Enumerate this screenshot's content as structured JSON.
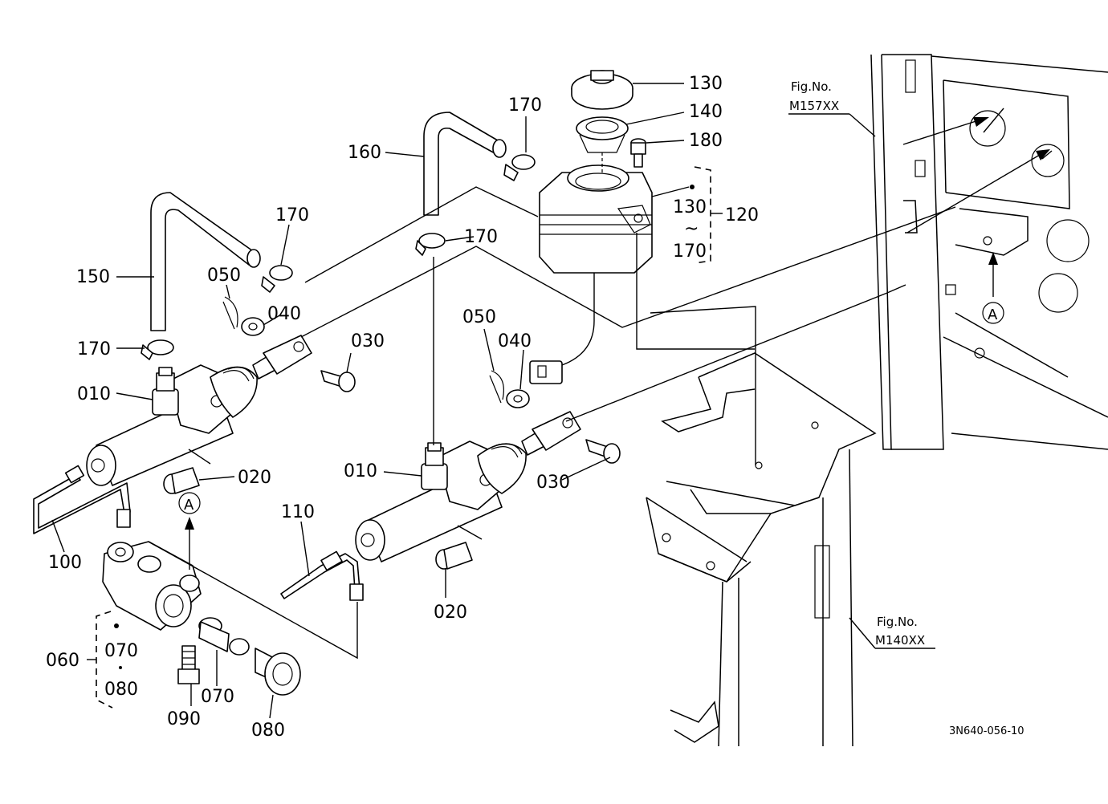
{
  "labels": {
    "l130": "130",
    "l140": "140",
    "l180": "180",
    "l170_top": "170",
    "l160": "160",
    "l170_left": "170",
    "l170_mid": "170",
    "l150": "150",
    "l050_left": "050",
    "l040_left": "040",
    "l170_lower": "170",
    "l030_left": "030",
    "l010_left": "010",
    "l020_left": "020",
    "l100": "100",
    "l050_right": "050",
    "l040_right": "040",
    "l010_right": "010",
    "l030_right": "030",
    "l110": "110",
    "l020_right": "020",
    "l060": "060",
    "l070_a": "070",
    "l080_a": "080",
    "l070_b": "070",
    "l090": "090",
    "l080_b": "080",
    "l130_range": "130",
    "tilde": "~",
    "l170_range": "170",
    "l120": "120",
    "ref_a_left": "A",
    "ref_a_right": "A"
  },
  "figure_refs": {
    "fig_label_1": "Fig.No.",
    "fig_code_1": "M157XX",
    "fig_label_2": "Fig.No.",
    "fig_code_2": "M140XX"
  },
  "drawing_code": "3N640-056-10"
}
